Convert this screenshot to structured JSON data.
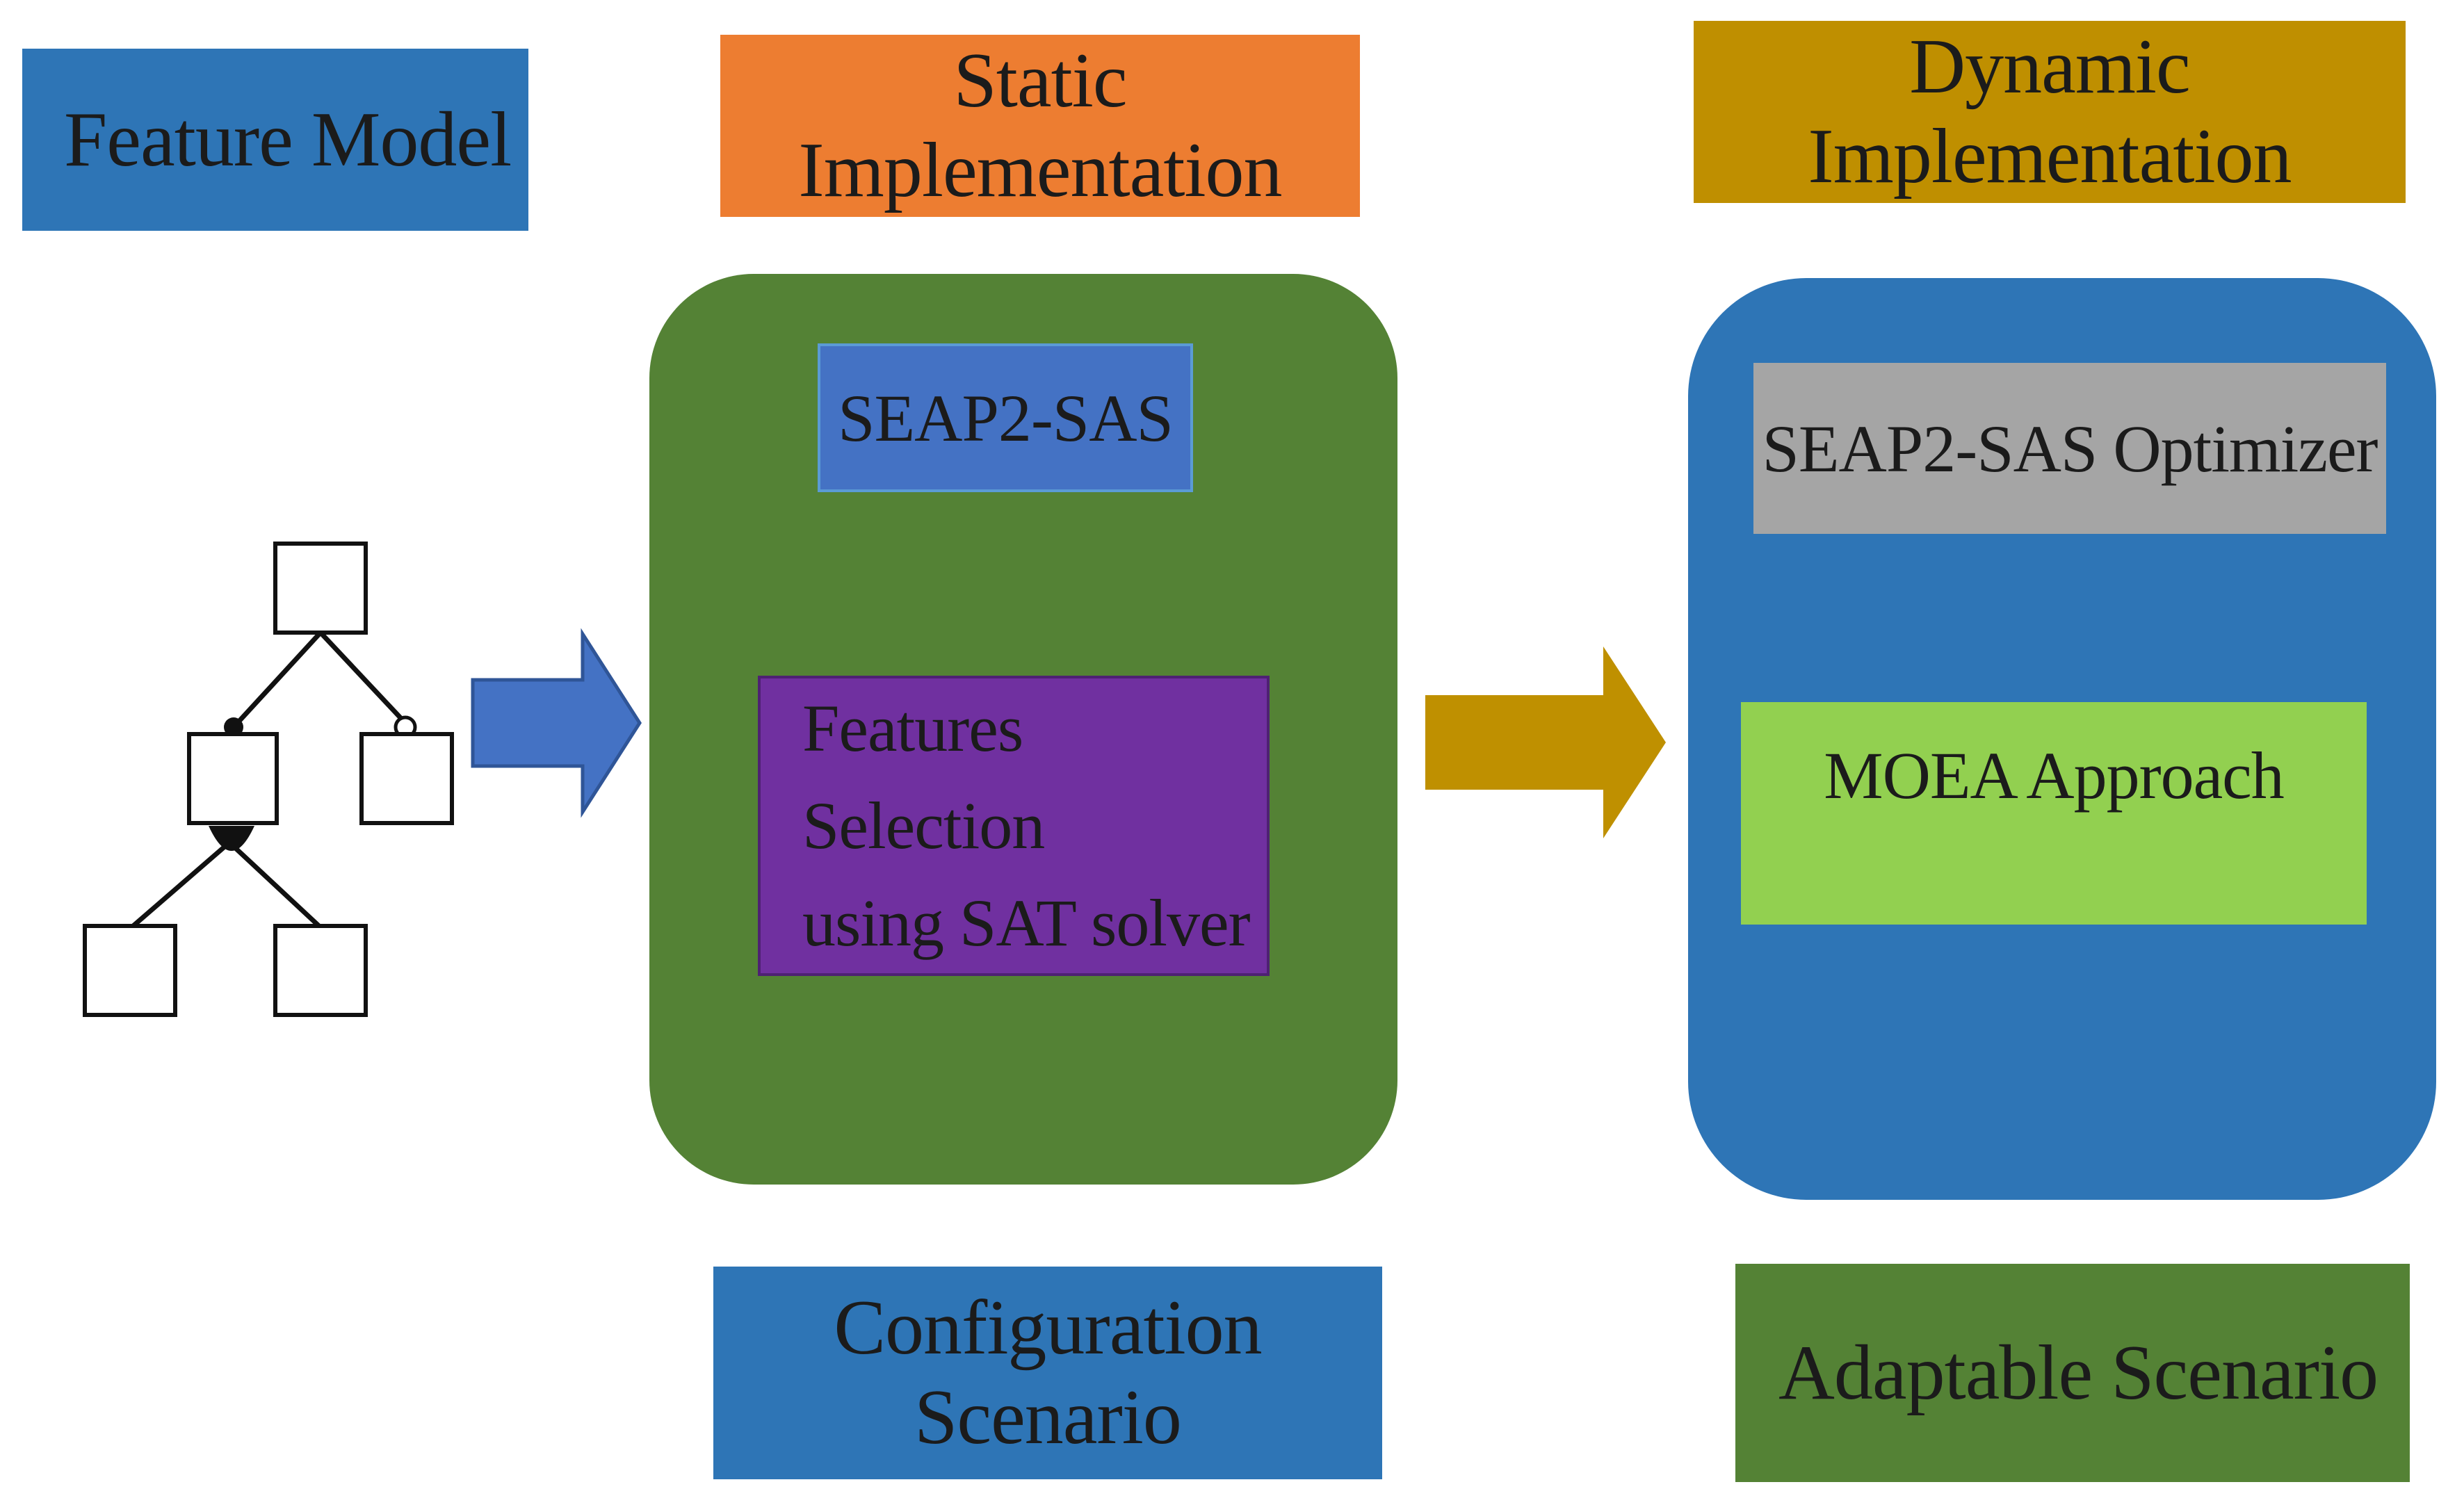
{
  "labels": {
    "feature_model": "Feature Model",
    "static_impl": "Static Implementation",
    "dynamic_impl": "Dynamic Implementation",
    "seap2_sas": "SEAP2-SAS",
    "features_selection_line1": "Features Selection",
    "features_selection_line2": "using SAT solver",
    "seap2_sas_optimizer": "SEAP2-SAS Optimizer",
    "moea_approach": "MOEA Approach",
    "configuration_scenario": "Configuration Scenario",
    "adaptable_scenario": "Adaptable Scenario"
  },
  "colors": {
    "blue": "#2e75b6",
    "orange": "#ed7d31",
    "gold": "#bf8f00",
    "green": "#548235",
    "mid_blue": "#4472c4",
    "purple": "#7030a0",
    "gray": "#a5a5a5",
    "light_green": "#92d050",
    "arrow_blue": "#4472c4",
    "arrow_gold": "#bf9000"
  }
}
